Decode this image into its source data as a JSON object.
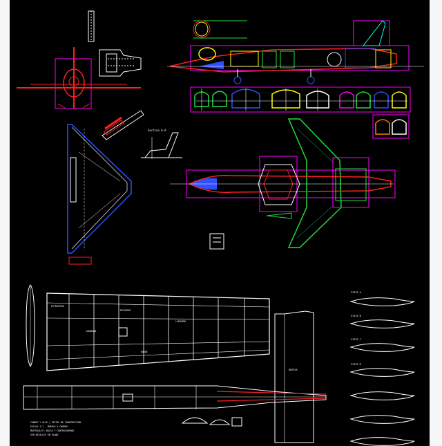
{
  "title_block": {
    "labels": [
      "VISTA A",
      "VISTA B",
      "VISTA C",
      "VISTA D"
    ]
  },
  "colors": {
    "background": "#000000",
    "wing": "#ffffff",
    "fuselage": "#ff2020",
    "frames": "#ff00ff",
    "outline_blue": "#3050ff",
    "outline_green": "#20e040",
    "yellow": "#ffff00",
    "cyan": "#00ffff",
    "orange": "#ff8000"
  },
  "icons": [
    "cad-drawing-sheet"
  ]
}
